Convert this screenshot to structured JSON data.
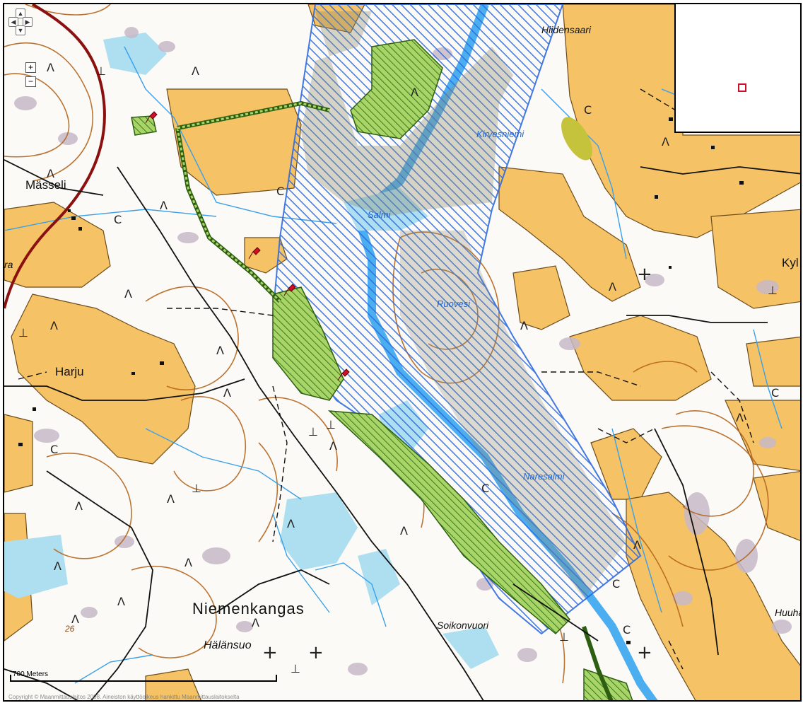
{
  "map": {
    "places": {
      "masseli": "Mässeli",
      "harju": "Harju",
      "niemenkangas": "Niemenkangas",
      "halansuo": "Hälänsuo",
      "soikonvuori": "Soikonvuori",
      "hiidensaari": "Hiidensaari",
      "kyl": "Kyl",
      "huuha": "Huuha",
      "ra": "ra",
      "contour_26": "26"
    },
    "water_labels": {
      "salmi": "Salmi",
      "ruovesi": "Ruovesi",
      "kirvesniemi": "Kirvesniemi",
      "naresalmi": "Naresalmi"
    },
    "scale_label": "700 Meters",
    "copyright": "Copyright © Maanmittauslaitos 2008. Aineiston käyttöoikeus hankittu Maanmittauslaitokselta",
    "colors": {
      "field": "#f5c265",
      "water": "#aedff0",
      "river": "#2ba0ee",
      "hatch_blue": "#2d6ae0",
      "green_zone": "#8bc34a",
      "contour": "#b5651d",
      "road_red": "#8b1010",
      "marsh": "#c7b9c8"
    },
    "icons": [
      "pan-up-icon",
      "pan-down-icon",
      "pan-left-icon",
      "pan-right-icon",
      "zoom-in-icon",
      "zoom-out-icon",
      "overview-marker-icon",
      "pushpin-icon"
    ]
  },
  "controls": {
    "zoom_in": "+",
    "zoom_out": "−",
    "pan_up": "▲",
    "pan_down": "▼",
    "pan_left": "◀",
    "pan_right": "▶"
  }
}
